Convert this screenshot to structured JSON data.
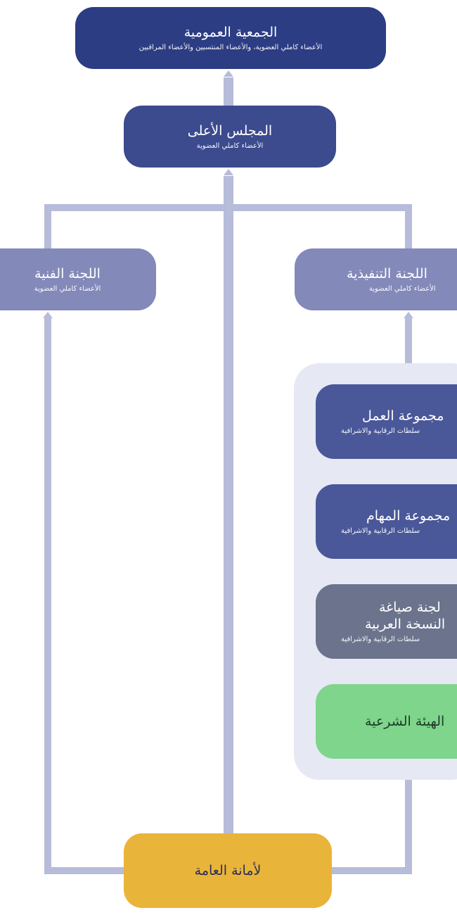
{
  "diagram": {
    "general_assembly": {
      "title": "الجمعية العمومية",
      "subtitle": "الأعضاء كاملي العضوية، والأعضاء المنتسبين والأعضاء المراقبين"
    },
    "supreme_council": {
      "title": "المجلس الأعلى",
      "subtitle": "الأعضاء كاملي العضوية"
    },
    "technical_committee": {
      "title": "اللجنة الفنية",
      "subtitle": "الأعضاء كاملي العضوية"
    },
    "executive_committee": {
      "title": "اللجنة التنفيذية",
      "subtitle": "الأعضاء كاملي العضوية"
    },
    "working_group": {
      "title": "مجموعة العمل",
      "subtitle": "سلطات الرقابية والاشرافية"
    },
    "tasks_group": {
      "title": "مجموعة المهام",
      "subtitle": "سلطات الرقابية والاشرافية"
    },
    "arabic_drafting_committee": {
      "title_line1": "لجنة صياغة",
      "title_line2": "النسخة العربية",
      "subtitle": "سلطات الرقابية والاشرافية"
    },
    "sharia_board": {
      "title": "الهيئة الشرعية"
    },
    "general_secretariat": {
      "title": "لأمانة العامة"
    },
    "colors": {
      "dark_navy": "#2c3d84",
      "navy": "#3c4a8e",
      "lavender": "#8389b9",
      "indigo": "#4a5899",
      "slate": "#6b748c",
      "green": "#7ed58b",
      "gold": "#e9b43a",
      "connector": "#b6bcd9",
      "group_background": "#e6e8f3"
    }
  }
}
